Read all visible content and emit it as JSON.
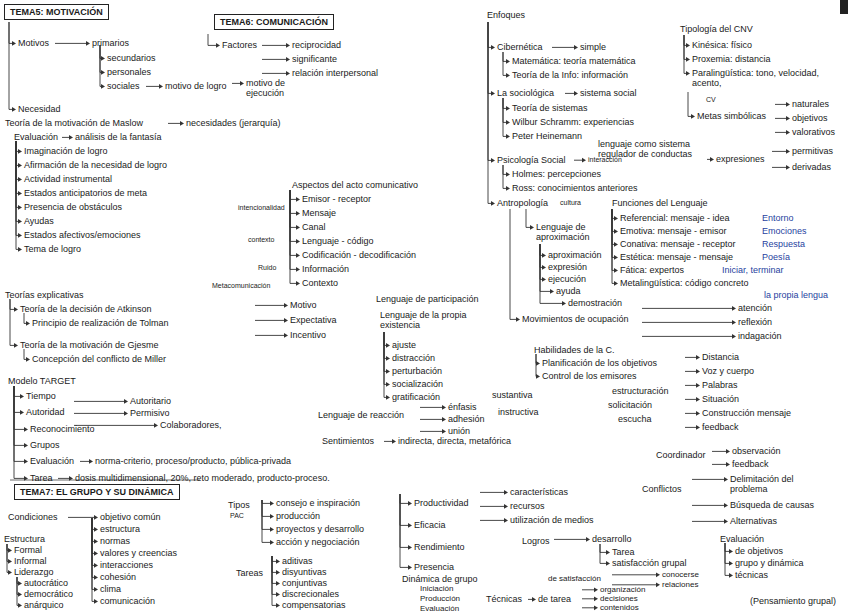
{
  "diagram": {
    "nodes": [
      {
        "text": [
          "TEMA5: MOTIVACIÓN"
        ]
      },
      {
        "text": [
          "TEMA6: COMUNICACIÓN"
        ]
      },
      {
        "text": [
          "TEMA7: EL GRUPO Y SU DINÁMICA"
        ]
      }
    ],
    "labels": [
      "Motivos",
      "primarios",
      "secundarios",
      "personales",
      "sociales",
      "motivo de logro",
      "motivo de ejecución",
      "Necesidad",
      "Teoría de la motivación de Maslow",
      "necesidades (jerarquía)",
      "Evaluación",
      "análisis de la fantasía",
      "Imaginación de logro",
      "Afirmación de la necesidad de logro",
      "Actividad instrumental",
      "Estados anticipatorios de meta",
      "Presencia de obstáculos",
      "Ayudas",
      "Estados afectivos/emociones",
      "Tema de logro",
      "Aspectos del acto comunicativo",
      "Emisor - receptor",
      "Mensaje",
      "Canal",
      "Lenguaje - código",
      "Codificación - decodificación",
      "Información",
      "Contexto",
      "intencionalidad",
      "contexto",
      "Ruido",
      "Metacomunicación",
      "Teorías explicativas",
      "Teoría de la decisión de Atkinson",
      "Principio de realización de Tolman",
      "Teoría de la motivación de Gjesme",
      "Concepción del conflicto de Miller",
      "Motivo",
      "Expectativa",
      "Incentivo",
      "Modelo TARGET",
      "Tiempo",
      "Autoridad",
      "Autoritario",
      "Permisivo",
      "Colaboradores,",
      "Reconocimiento",
      "Grupos",
      "Evaluación",
      "norma-criterio, proceso/producto, pública-privada",
      "Tarea",
      "dosis multidimensional, 20%, reto moderado, producto-proceso.",
      "Factores",
      "reciprocidad",
      "significante",
      "relación interpersonal",
      "Enfoques",
      "Cibernética",
      "simple",
      "Matemática: teoría matemática",
      "Teoría de la Info: información",
      "La sociológica",
      "sistema social",
      "Teoría de sistemas",
      "Wilbur Schramm: experiencias",
      "Peter Heinemann",
      "Psicología Social",
      "interacción",
      "Holmes: percepciones",
      "Ross: conocimientos anteriores",
      "Antropología",
      "cultura",
      "Tipología del CNV",
      "Kinésica: físico",
      "Proxemia: distancia",
      "Paralingüística: tono, velocidad, acento,",
      "CV",
      "Metas simbólicas",
      "naturales",
      "objetivos",
      "valorativos",
      "lenguaje como sistema regulador de conductas",
      "expresiones",
      "permitivas",
      "derivadas",
      "Funciones del Lenguaje",
      "Referencial: mensaje - idea",
      "Entorno",
      "Emotiva: mensaje - emisor",
      "Emociones",
      "Conativa: mensaje - receptor",
      "Respuesta",
      "Estética: mensaje - mensaje",
      "Poesía",
      "Fática: expertos",
      "Iniciar, terminar",
      "Metalingüística: código concreto",
      "la propia lengua",
      "Lenguaje de aproximación",
      "aproximación",
      "expresión",
      "ejecución",
      "ayuda",
      "demostración",
      "Movimientos de ocupación",
      "atención",
      "reflexión",
      "indagación",
      "Lenguaje de participación",
      "Lenguaje de la propia existencia",
      "ajuste",
      "distracción",
      "perturbación",
      "socialización",
      "gratificación",
      "Lenguaje de reacción",
      "énfasis",
      "adhesión",
      "unión",
      "Sentimientos",
      "indirecta, directa, metafórica",
      "Habilidades de la C.",
      "Planificación de los objetivos",
      "Control de los emisores",
      "estructuración",
      "solicitación",
      "escucha",
      "sustantiva",
      "instructiva",
      "Distancia",
      "Voz y cuerpo",
      "Palabras",
      "Situación",
      "Construcción mensaje",
      "feedback",
      "Condiciones",
      "objetivo común",
      "estructura",
      "normas",
      "valores y creencias",
      "interacciones",
      "cohesión",
      "clima",
      "comunicación",
      "Estructura",
      "Formal",
      "Informal",
      "Liderazgo",
      "autocrático",
      "democrático",
      "anárquico",
      "Tipos",
      "PAC",
      "consejo e inspiración",
      "producción",
      "proyectos y desarrollo",
      "acción y negociación",
      "Tareas",
      "aditivas",
      "disyuntivas",
      "conjuntivas",
      "discrecionales",
      "compensatorias",
      "Productividad",
      "Eficacia",
      "Rendimiento",
      "Presencia",
      "características",
      "recursos",
      "utilización de medios",
      "Dinámica de grupo",
      "Iniciación",
      "Producción",
      "Evaluación",
      "Logros",
      "desarrollo",
      "Tarea",
      "satisfacción grupal",
      "Técnicas",
      "de tarea",
      "de satisfacción",
      "conocerse",
      "relaciones",
      "organización",
      "decisiones",
      "contenidos",
      "Coordinador",
      "observación",
      "feedback",
      "Conflictos",
      "Delimitación del problema",
      "Búsqueda de causas",
      "Alternativas",
      "Evaluación",
      "de objetivos",
      "grupo y dinámica",
      "técnicas",
      "(Pensamiento grupal)"
    ]
  }
}
